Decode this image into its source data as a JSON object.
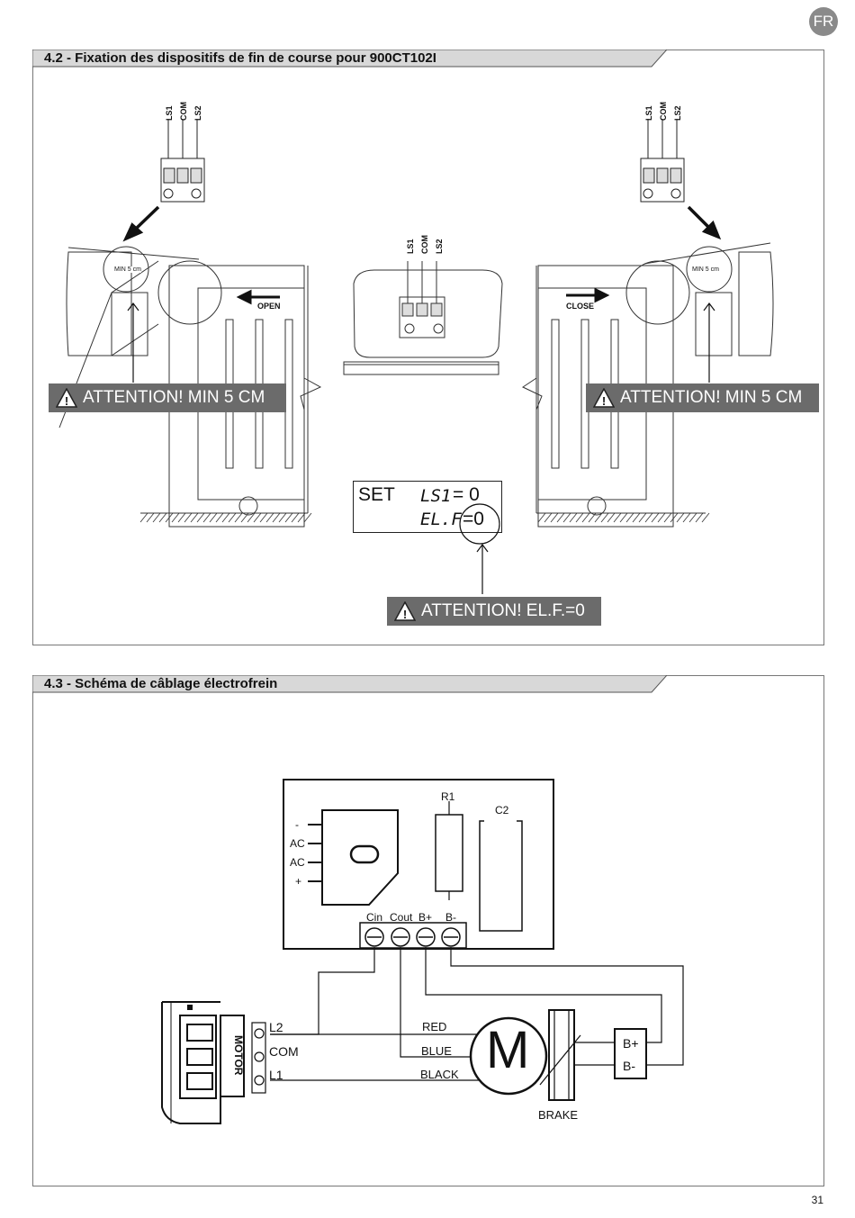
{
  "language_badge": "FR",
  "section_42": {
    "title": "4.2 - Fixation des dispositifs de fin de course pour 900CT102I",
    "terminal_labels": [
      "LS1",
      "COM",
      "LS2"
    ],
    "min_label": "MIN 5 cm",
    "open_label": "OPEN",
    "close_label": "CLOSE",
    "warning_left": "ATTENTION! MIN 5 CM",
    "warning_right": "ATTENTION! MIN 5 CM",
    "display": {
      "set_label": "SET",
      "line1_param": "LS1",
      "line1_value": "= 0",
      "line2_param": "EL.F",
      "line2_value": "=0"
    },
    "warning_elf": "ATTENTION! EL.F.=0"
  },
  "section_43": {
    "title": "4.3 - Schéma de câblage électrofrein",
    "board_inputs": [
      "-",
      "AC",
      "AC",
      "+"
    ],
    "r1_label": "R1",
    "c2_label": "C2",
    "board_terminals": [
      "Cin",
      "Cout",
      "B+",
      "B-"
    ],
    "motor_terminals": [
      "L2",
      "COM",
      "L1"
    ],
    "connector_label": "MOTOR",
    "wire_colors": [
      "RED",
      "BLUE",
      "BLACK"
    ],
    "motor_symbol": "M",
    "brake_label": "BRAKE",
    "brake_terminals": [
      "B+",
      "B-"
    ]
  },
  "page_number": "31"
}
